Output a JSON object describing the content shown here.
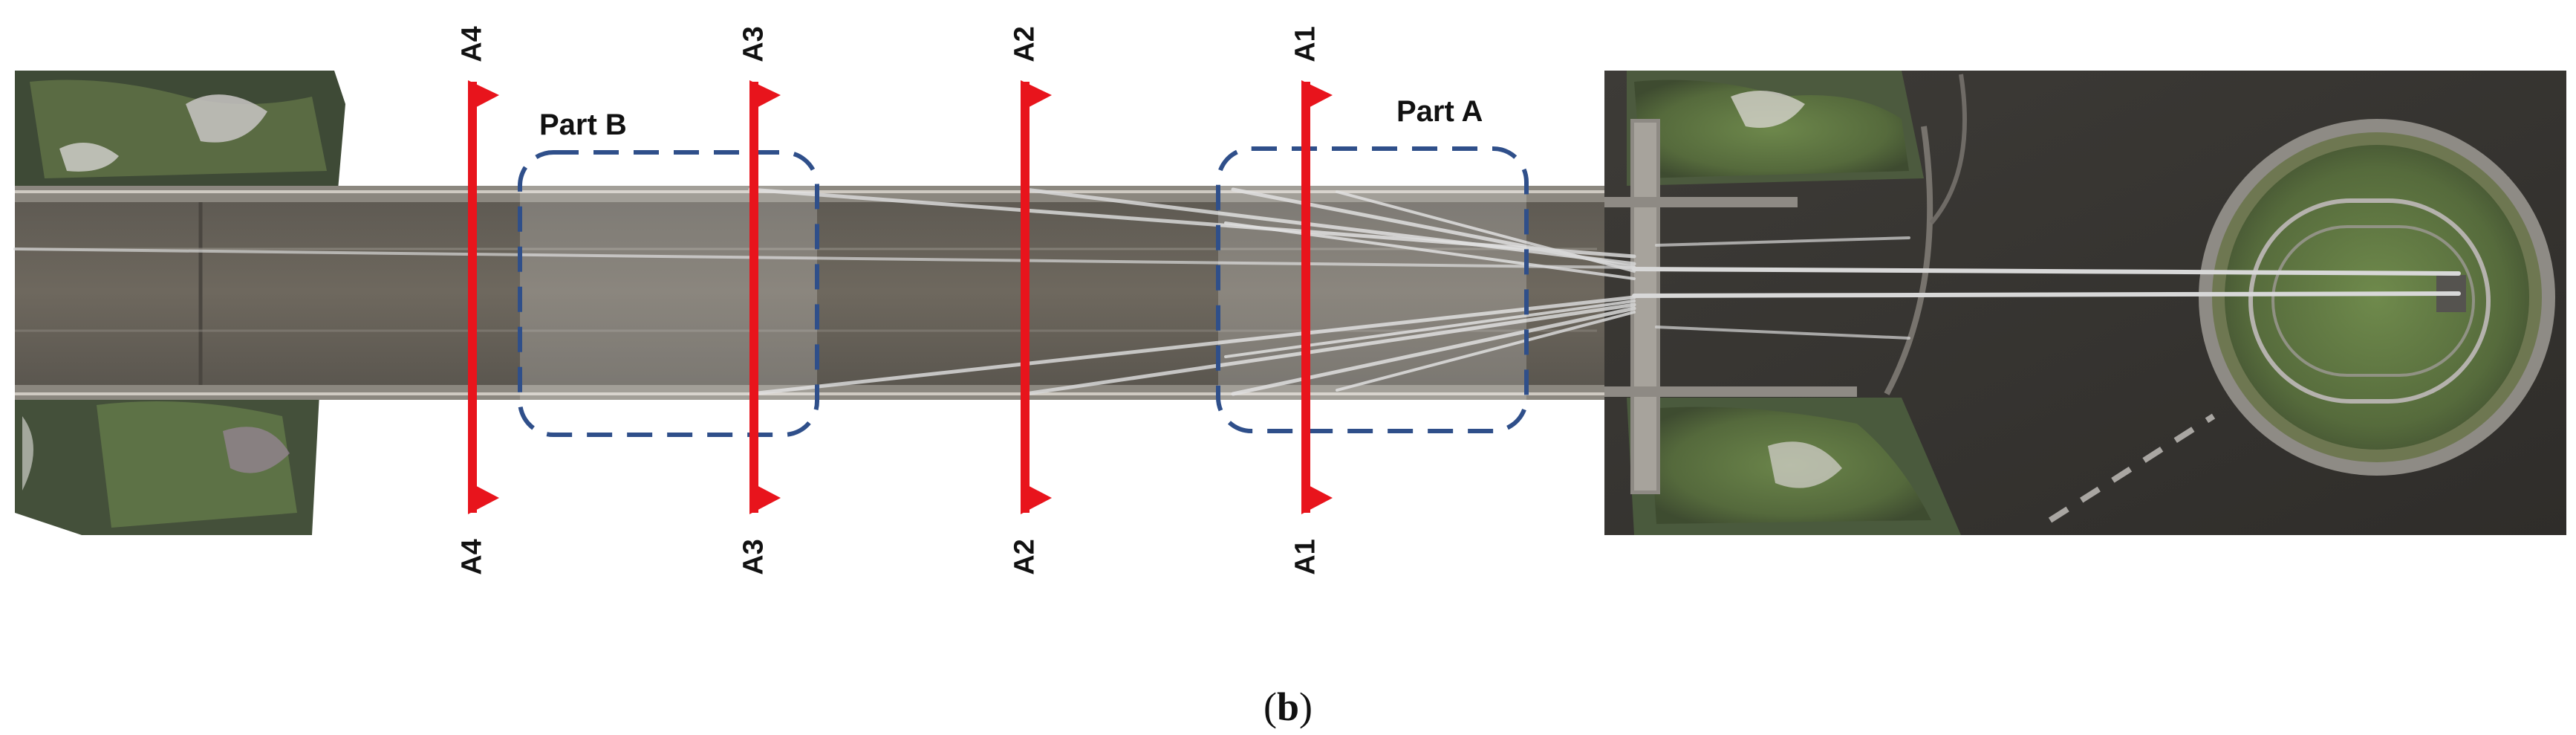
{
  "figure": {
    "section_cuts": [
      {
        "id": "A1",
        "top_label": "A1",
        "bottom_label": "A1"
      },
      {
        "id": "A2",
        "top_label": "A2",
        "bottom_label": "A2"
      },
      {
        "id": "A3",
        "top_label": "A3",
        "bottom_label": "A3"
      },
      {
        "id": "A4",
        "top_label": "A4",
        "bottom_label": "A4"
      }
    ],
    "parts": [
      {
        "id": "part-a",
        "label": "Part A"
      },
      {
        "id": "part-b",
        "label": "Part B"
      }
    ],
    "caption_letter": "b",
    "colors": {
      "cut_line": "#e8141c",
      "part_outline": "#2f4f8a",
      "deck": "#6b645a",
      "vegetation": "#5f7a44",
      "cable": "#d8d8d8"
    }
  }
}
